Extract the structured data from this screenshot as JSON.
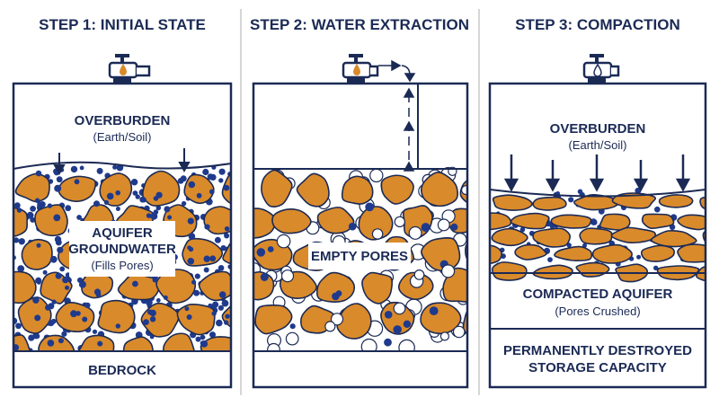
{
  "colors": {
    "navy": "#1b2a55",
    "rock": "#d98a2b",
    "rock_edge": "#1b2a55",
    "water": "#1f3a8c",
    "divider": "#c8c8c8"
  },
  "panels": [
    {
      "title": "STEP 1: INITIAL STATE",
      "top_label": "OVERBURDEN",
      "top_sub": "(Earth/Soil)",
      "mid_label_1": "AQUIFER",
      "mid_label_2": "GROUNDWATER",
      "mid_sub": "(Fills Pores)",
      "bottom_label": "BEDROCK"
    },
    {
      "title": "STEP 2: WATER EXTRACTION",
      "mid_label": "EMPTY PORES"
    },
    {
      "title": "STEP 3: COMPACTION",
      "top_label": "OVERBURDEN",
      "top_sub": "(Earth/Soil)",
      "mid_label": "COMPACTED AQUIFER",
      "mid_sub": "(Pores Crushed)",
      "bottom_label_1": "PERMANENTLY DESTROYED",
      "bottom_label_2": "STORAGE CAPACITY"
    }
  ],
  "icons": {
    "faucet": "faucet-icon",
    "droplet": "water-droplet-icon",
    "arrow": "arrow-icon"
  }
}
